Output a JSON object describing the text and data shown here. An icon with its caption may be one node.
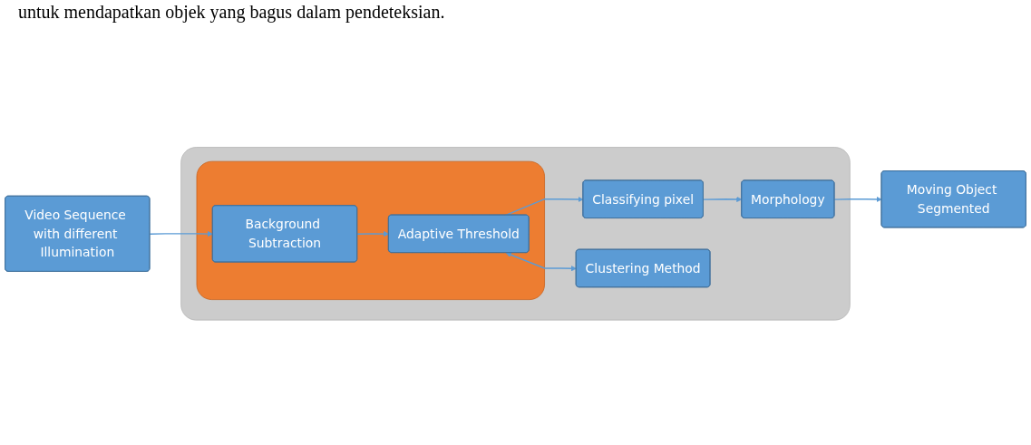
{
  "diagram": {
    "nodes": [
      {
        "text": [
          "Video Sequence with different Illumination"
        ]
      },
      {
        "text": [],
        "shape": "box"
      },
      {
        "text": [],
        "shape": "box",
        "in": 1
      },
      {
        "text": [
          "Background Subtraction"
        ],
        "in": 2
      },
      {
        "text": [
          "Adaptive Threshold"
        ],
        "in": 2
      },
      {
        "text": [
          "Classifying pixel"
        ],
        "in": 1
      },
      {
        "text": [
          "Clustering Method"
        ],
        "in": 1
      },
      {
        "text": [
          "Morphology"
        ],
        "in": 1
      },
      {
        "text": [
          "Moving Object Segmented"
        ]
      }
    ],
    "edges": [
      {
        "from": 0,
        "to": 3,
        "arrow": "to"
      },
      {
        "from": 3,
        "to": 4,
        "arrow": "to"
      },
      {
        "from": 4,
        "to": 5,
        "arrow": "to"
      },
      {
        "from": 4,
        "to": 6,
        "arrow": "both"
      },
      {
        "from": 5,
        "to": 7,
        "arrow": "to"
      },
      {
        "from": 7,
        "to": 8,
        "arrow": "to"
      }
    ],
    "labels": [
      "untuk mendapatkan objek yang bagus dalam pendeteksian."
    ]
  }
}
